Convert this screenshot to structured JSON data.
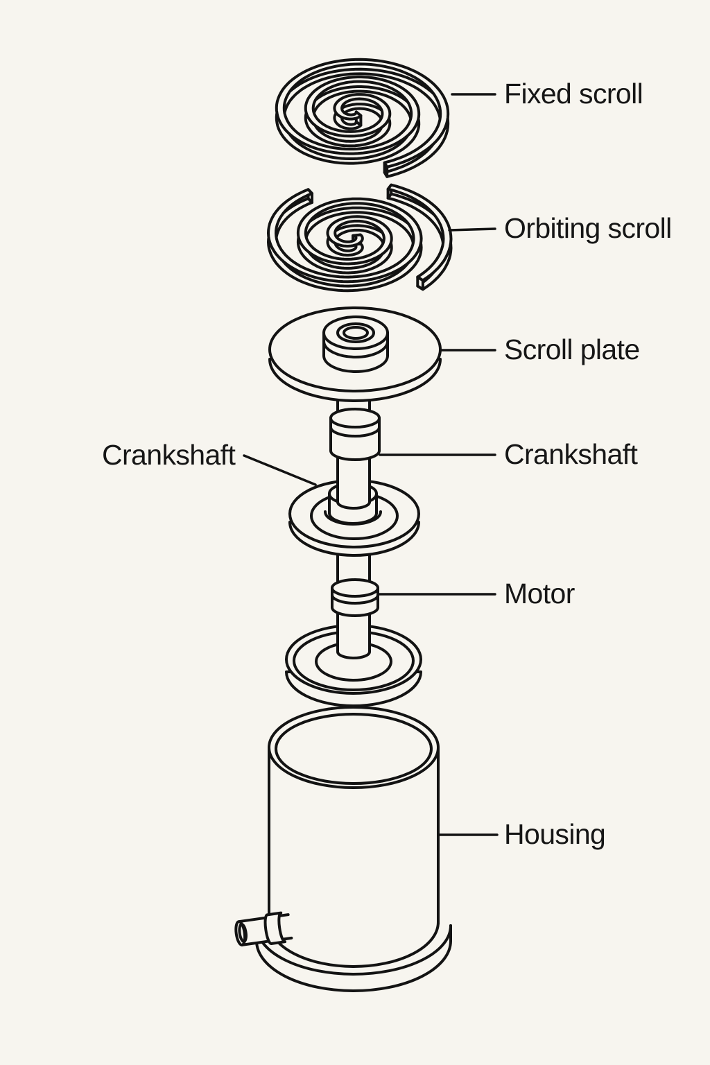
{
  "diagram": {
    "kind": "exploded-view-line-drawing",
    "labels": {
      "fixed_scroll": "Fixed scroll",
      "orbiting_scroll": "Orbiting scroll",
      "scroll_plate": "Scroll plate",
      "crankshaft_left": "Crankshaft",
      "crankshaft_right": "Crankshaft",
      "motor": "Motor",
      "housing": "Housing"
    },
    "colors": {
      "background": "#f7f5ef",
      "line": "#131313",
      "text": "#161616"
    }
  }
}
